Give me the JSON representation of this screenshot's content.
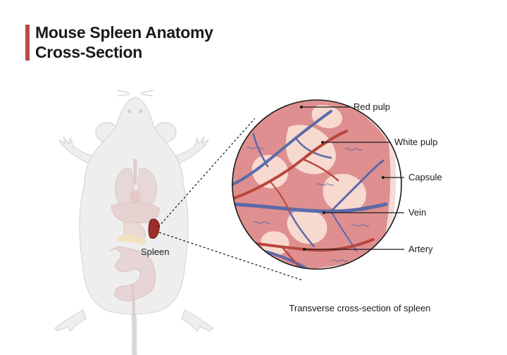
{
  "title": {
    "line1": "Mouse Spleen Anatomy",
    "line2": "Cross-Section"
  },
  "organ_label": "Spleen",
  "callouts": [
    {
      "id": "red-pulp",
      "label": "Red pulp"
    },
    {
      "id": "white-pulp",
      "label": "White pulp"
    },
    {
      "id": "capsule",
      "label": "Capsule"
    },
    {
      "id": "vein",
      "label": "Vein"
    },
    {
      "id": "artery",
      "label": "Artery"
    }
  ],
  "caption": "Transverse cross-section of spleen",
  "colors": {
    "accent_bar": "#b94a48",
    "mouse_body": "#eeeeee",
    "spleen": "#9b2d2a",
    "red_pulp": "#df8f8f",
    "white_pulp": "#f7d9cf",
    "capsule": "#f3dcd6",
    "vein": "#5a6aa8",
    "artery": "#b8463c"
  }
}
